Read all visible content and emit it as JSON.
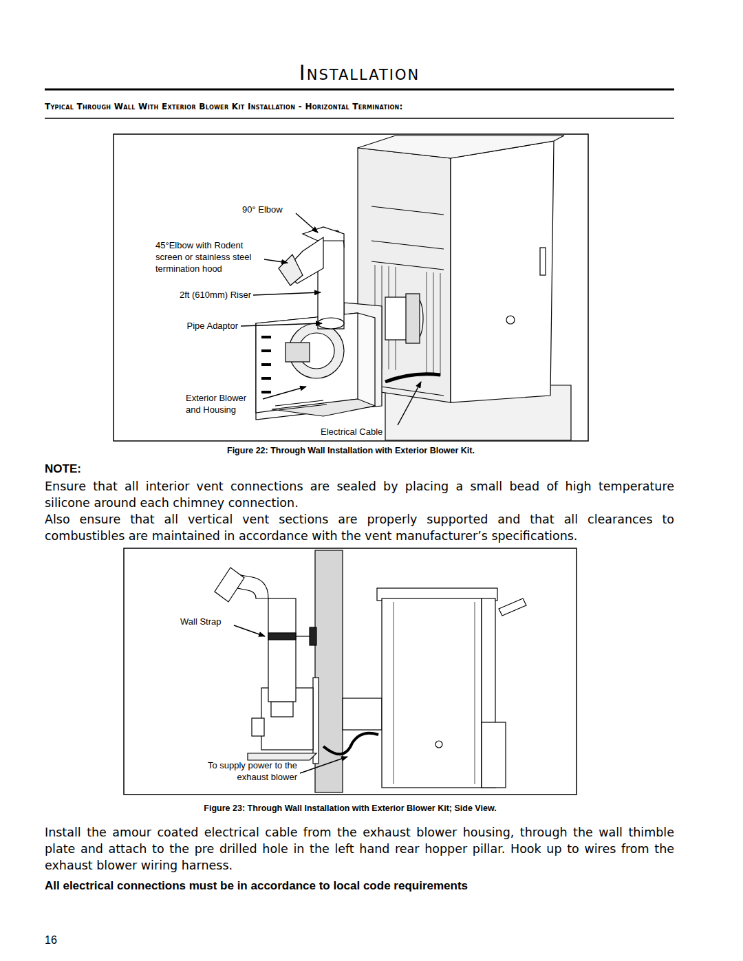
{
  "diagram": {
    "title": "Installation",
    "labels": [
      "Typical Through Wall With Exterior Blower Kit Installation - Horizontal Termination:",
      "90° Elbow",
      "45°Elbow with Rodent screen or stainless steel termination hood",
      "2ft (610mm) Riser",
      "Pipe Adaptor",
      "Exterior Blower and Housing",
      "Electrical Cable",
      "Figure 22: Through Wall Installation with Exterior Blower Kit.",
      "NOTE:",
      "Ensure that all interior vent connections are sealed by placing a small bead of high temperature silicone around each chimney connection.",
      "Also ensure that all vertical vent sections are properly supported and that all clearances to combustibles are maintained in accordance with the vent manufacturer’s specifications.",
      "Wall Strap",
      "To supply power to the exhaust blower",
      "Figure 23: Through Wall Installation with Exterior Blower Kit; Side View.",
      "Install the amour coated electrical cable from the exhaust blower housing, through the wall thimble plate and attach to the pre drilled hole in the left hand rear hopper pillar. Hook up to wires from the exhaust blower wiring harness.",
      "All electrical connections must be in accordance to local code requirements",
      "16"
    ]
  }
}
